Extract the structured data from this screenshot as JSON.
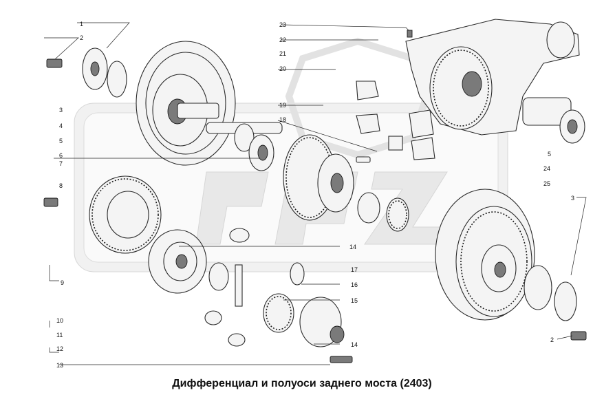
{
  "diagram": {
    "title": "Дифференциал и полуоси заднего моста (2403)",
    "callouts": [
      {
        "id": "c1",
        "text": "1"
      },
      {
        "id": "c2a",
        "text": "2"
      },
      {
        "id": "c3a",
        "text": "3"
      },
      {
        "id": "c4",
        "text": "4"
      },
      {
        "id": "c5a",
        "text": "5"
      },
      {
        "id": "c6",
        "text": "6"
      },
      {
        "id": "c7",
        "text": "7"
      },
      {
        "id": "c8",
        "text": "8"
      },
      {
        "id": "c9",
        "text": "9"
      },
      {
        "id": "c10",
        "text": "10"
      },
      {
        "id": "c11",
        "text": "11"
      },
      {
        "id": "c12",
        "text": "12"
      },
      {
        "id": "c13",
        "text": "13"
      },
      {
        "id": "c14a",
        "text": "14"
      },
      {
        "id": "c14b",
        "text": "14"
      },
      {
        "id": "c15",
        "text": "15"
      },
      {
        "id": "c16",
        "text": "16"
      },
      {
        "id": "c17",
        "text": "17"
      },
      {
        "id": "c18",
        "text": "18"
      },
      {
        "id": "c19",
        "text": "19"
      },
      {
        "id": "c20",
        "text": "20"
      },
      {
        "id": "c21",
        "text": "21"
      },
      {
        "id": "c22",
        "text": "22"
      },
      {
        "id": "c23",
        "text": "23"
      },
      {
        "id": "c5b",
        "text": "5"
      },
      {
        "id": "c24",
        "text": "24"
      },
      {
        "id": "c25",
        "text": "25"
      },
      {
        "id": "c3b",
        "text": "3"
      },
      {
        "id": "c2b",
        "text": "2"
      }
    ]
  }
}
